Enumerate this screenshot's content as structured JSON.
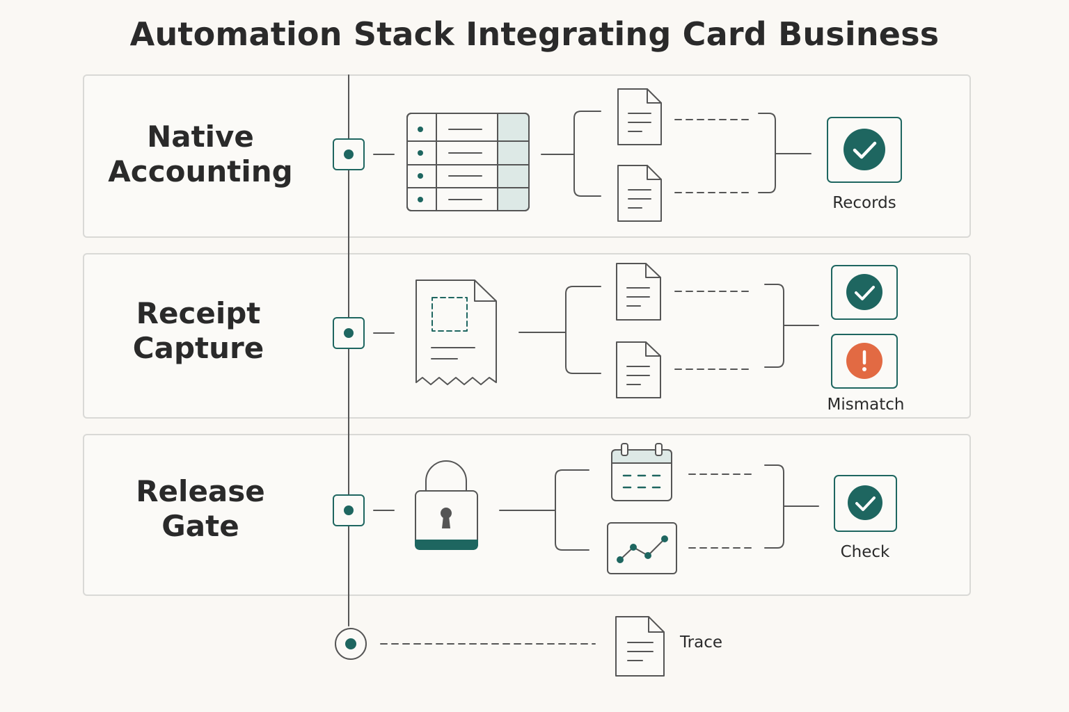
{
  "title": "Automation Stack Integrating Card Business",
  "lanes": [
    {
      "label_line1": "Native",
      "label_line2": "Accounting",
      "status_label": "Records"
    },
    {
      "label_line1": "Receipt",
      "label_line2": "Capture",
      "status_label": "Mismatch"
    },
    {
      "label_line1": "Release",
      "label_line2": "Gate",
      "status_label": "Check"
    }
  ],
  "trace_label": "Trace",
  "icons": {
    "lane1": [
      "ledger-table-icon",
      "document-icon",
      "document-icon",
      "check-icon"
    ],
    "lane2": [
      "receipt-icon",
      "document-icon",
      "document-icon",
      "check-icon",
      "alert-icon"
    ],
    "lane3": [
      "padlock-icon",
      "calendar-icon",
      "line-chart-icon",
      "check-icon"
    ],
    "trace": [
      "timeline-node-icon",
      "document-icon"
    ]
  },
  "colors": {
    "teal": "#1e6660",
    "alert": "#e26a43",
    "stroke": "#555555",
    "panel_border": "#d9d9d6",
    "background": "#faf8f4",
    "teal_light": "#dde9e6"
  }
}
